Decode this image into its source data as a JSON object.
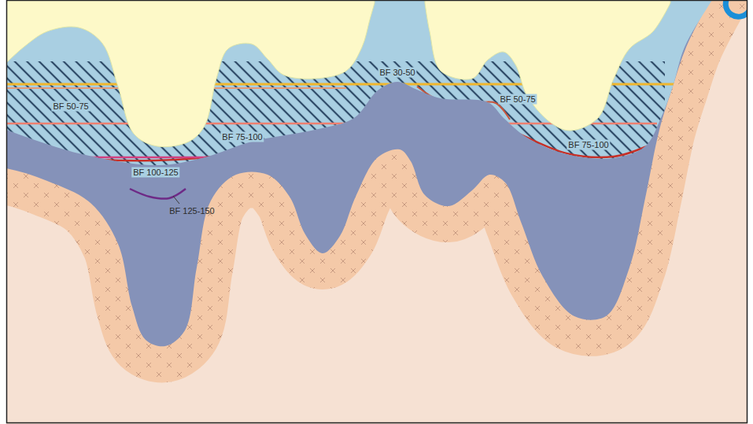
{
  "diagram": {
    "labels": [
      "BF 50-75",
      "BF 30-50",
      "BF 50-75",
      "BF 75-100",
      "BF 75-100",
      "BF 100-125",
      "BF 125-150"
    ]
  }
}
